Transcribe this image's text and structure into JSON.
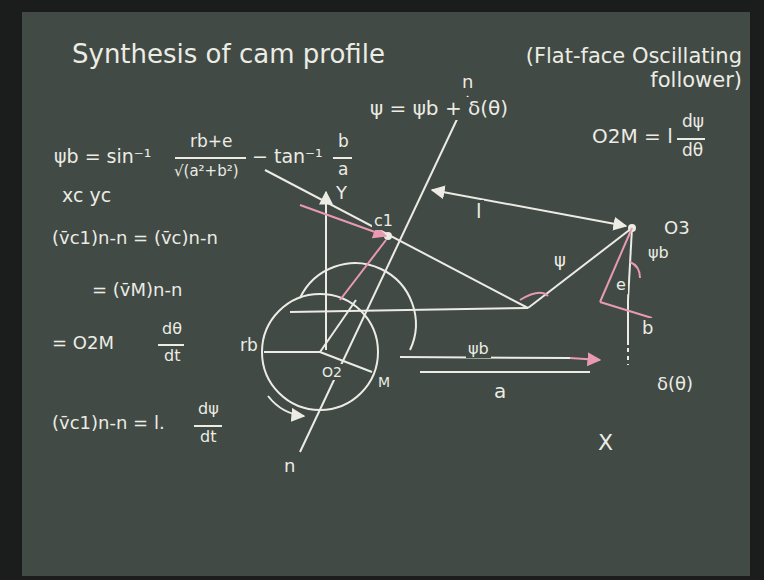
{
  "diagram": {
    "title": "Synthesis of cam profile",
    "labels": [
      "(Flat-face Oscillating follower)",
      "ψb = sin⁻¹",
      "rb+e",
      "√(a²+b²)",
      "− tan⁻¹",
      "b",
      "a",
      "Y",
      "ψ = ψb + δ(θ)",
      "O2M = l",
      "dψ",
      "dθ",
      "xc yc",
      "(v̄c1)n-n = (v̄c)n-n",
      "= (v̄M)n-n",
      "= O2M",
      "dθ",
      "dt",
      "(v̄c1)n-n = l.",
      "dψ",
      "dt",
      "n",
      "n",
      "c1",
      "l",
      "O3",
      "ψ",
      "ψb",
      "ψb",
      "b",
      "δ(θ)",
      "a",
      "X",
      "rb",
      "O2",
      "M",
      "e"
    ]
  }
}
